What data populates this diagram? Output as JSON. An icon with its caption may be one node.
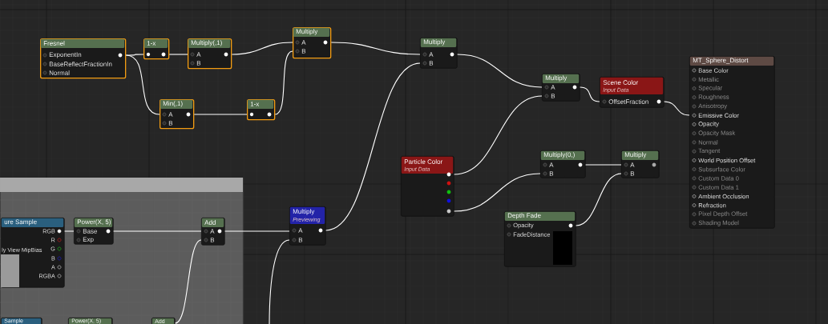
{
  "diagram": {
    "nodes": [
      {
        "text": [
          "Fresnel",
          "ExponentIn",
          "BaseReflectFractionIn",
          "Normal"
        ]
      },
      {
        "text": [
          "1-x"
        ]
      },
      {
        "text": [
          "Multiply(,1)",
          "A",
          "B"
        ]
      },
      {
        "text": [
          "Multiply",
          "A",
          "B"
        ]
      },
      {
        "text": [
          "Min(,1)",
          "A",
          "B"
        ]
      },
      {
        "text": [
          "1-x"
        ]
      },
      {
        "text": [
          "Multiply",
          "A",
          "B"
        ]
      },
      {
        "text": [
          "Multiply",
          "A",
          "B"
        ]
      },
      {
        "text": [
          "Scene Color",
          "Input Data",
          "OffsetFraction"
        ]
      },
      {
        "text": [
          "MT_Sphere_Distort",
          "Base Color",
          "Metallic",
          "Specular",
          "Roughness",
          "Anisotropy",
          "Emissive Color",
          "Opacity",
          "Opacity Mask",
          "Normal",
          "Tangent",
          "World Position Offset",
          "Subsurface Color",
          "Custom Data 0",
          "Custom Data 1",
          "Ambient Occlusion",
          "Refraction",
          "Pixel Depth Offset",
          "Shading Model"
        ]
      },
      {
        "text": [
          "Particle Color",
          "Input Data"
        ]
      },
      {
        "text": [
          "Multiply(0,)",
          "A",
          "B"
        ]
      },
      {
        "text": [
          "Multiply",
          "A",
          "B"
        ]
      },
      {
        "text": [
          "Depth Fade",
          "Opacity",
          "FadeDistance"
        ]
      },
      {
        "text": [
          "Multiply",
          "Previewing",
          "A",
          "B"
        ]
      },
      {
        "text": [],
        "shape": "box"
      },
      {
        "text": [
          "ure Sample",
          "ly View MipBias",
          "RGB",
          "R",
          "G",
          "B",
          "A",
          "RGBA"
        ],
        "in": 15
      },
      {
        "text": [
          "Power(X, 5)",
          "Base",
          "Exp"
        ],
        "in": 15
      },
      {
        "text": [
          "Add",
          "A",
          "B"
        ],
        "in": 15
      },
      {
        "text": [
          "Sample"
        ],
        "in": 15
      },
      {
        "text": [
          "Power(X, 5)"
        ],
        "in": 15
      },
      {
        "text": [
          "Add"
        ],
        "in": 15
      }
    ],
    "edges": [
      {
        "from": 0,
        "to": 1,
        "arrow": "none"
      },
      {
        "from": 0,
        "to": 4,
        "arrow": "none"
      },
      {
        "from": 1,
        "to": 2,
        "arrow": "none"
      },
      {
        "from": 2,
        "to": 3,
        "arrow": "none"
      },
      {
        "from": 4,
        "to": 5,
        "arrow": "none"
      },
      {
        "from": 5,
        "to": 3,
        "arrow": "none"
      },
      {
        "from": 3,
        "to": 6,
        "arrow": "none"
      },
      {
        "from": 14,
        "to": 6,
        "arrow": "none"
      },
      {
        "from": 6,
        "to": 7,
        "arrow": "none"
      },
      {
        "from": 10,
        "to": 7,
        "arrow": "none"
      },
      {
        "from": 7,
        "to": 8,
        "arrow": "none"
      },
      {
        "from": 8,
        "to": 9,
        "arrow": "none"
      },
      {
        "from": 10,
        "to": 11,
        "arrow": "none"
      },
      {
        "from": 11,
        "to": 12,
        "arrow": "none"
      },
      {
        "from": 13,
        "to": 12,
        "arrow": "none"
      },
      {
        "from": 16,
        "to": 17,
        "arrow": "none"
      },
      {
        "from": 17,
        "to": 18,
        "arrow": "none"
      },
      {
        "from": 18,
        "to": 14,
        "arrow": "none"
      },
      {
        "from": 21,
        "to": 18,
        "arrow": "none"
      },
      {
        "from": null,
        "to": 14,
        "arrow": "none"
      }
    ]
  }
}
